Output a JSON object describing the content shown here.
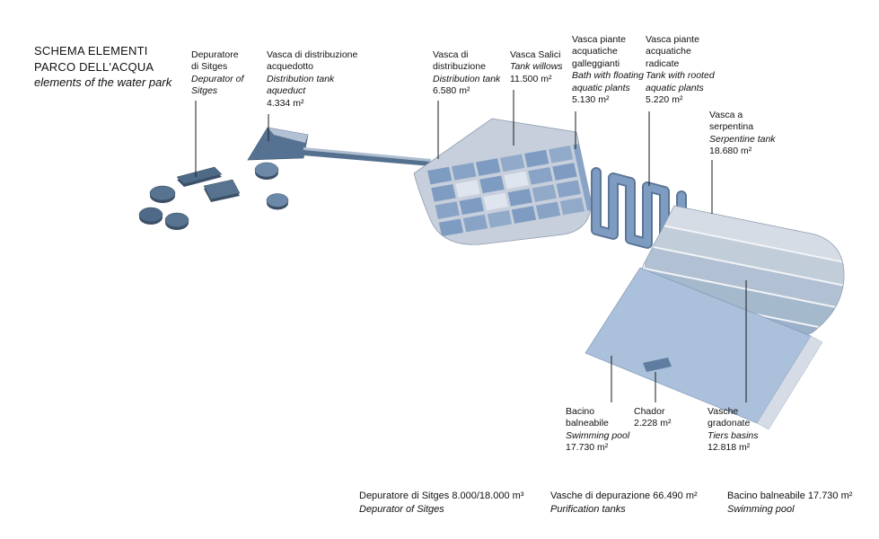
{
  "title": {
    "name": "SCHEMA ELEMENTI\nPARCO DELL'ACQUA",
    "subtitle": "elements of the water park"
  },
  "labels": {
    "depuratore": {
      "it": "Depuratore\ndi Sitges",
      "en": "Depurator of\nSitges",
      "area": ""
    },
    "acquedotto": {
      "it": "Vasca di distribuzione\nacquedotto",
      "en": "Distribution tank\naqueduct",
      "area": "4.334 m²"
    },
    "distribuzione": {
      "it": "Vasca di\ndistribuzione",
      "en": "Distribution tank",
      "area": "6.580 m²"
    },
    "salici": {
      "it": "Vasca Salici",
      "en": "Tank willows",
      "area": "11.500 m²"
    },
    "galleggianti": {
      "it": "Vasca piante\nacquatiche\ngalleggianti",
      "en": "Bath with floating\naquatic plants",
      "area": "5.130 m²"
    },
    "radicate": {
      "it": "Vasca piante\nacquatiche\nradicate",
      "en": "Tank with rooted\naquatic plants",
      "area": "5.220 m²"
    },
    "serpentina": {
      "it": "Vasca a\nserpentina",
      "en": "Serpentine tank",
      "area": "18.680 m²"
    },
    "bacino": {
      "it": "Bacino\nbalneabile",
      "en": "Swimming pool",
      "area": "17.730 m²"
    },
    "chador": {
      "it": "Chador",
      "en": "",
      "area": "2.228 m²"
    },
    "gradonate": {
      "it": "Vasche\ngradonate",
      "en": "Tiers basins",
      "area": "12.818 m²"
    }
  },
  "captions": {
    "depuratore": {
      "it": "Depuratore di Sitges 8.000/18.000 m³",
      "en": "Depurator of Sitges"
    },
    "depurazione": {
      "it": "Vasche di depurazione 66.490 m²",
      "en": "Purification tanks"
    },
    "bacino": {
      "it": "Bacino balneabile 17.730 m²",
      "en": "Swimming pool"
    }
  },
  "palette": {
    "dark_blue": "#54708f",
    "mid_blue": "#7e9cc2",
    "light_blue": "#c6cfdb",
    "pool_blue": "#abc0db",
    "band_light": "#d6dce5",
    "leader_line": "#1a1a1a"
  }
}
